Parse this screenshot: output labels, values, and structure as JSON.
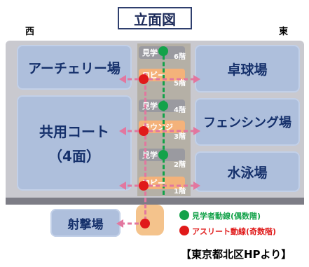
{
  "title": "立面図",
  "directions": {
    "west": "西",
    "east": "東"
  },
  "rooms": {
    "archery": "アーチェリー場",
    "table_tennis": "卓球場",
    "common_court_line1": "共用コート",
    "common_court_line2": "（4面）",
    "fencing": "フェンシング場",
    "swimming": "水泳場",
    "shooting": "射撃場"
  },
  "floors": [
    {
      "label": "見学",
      "floor": "6階",
      "kind": "gray"
    },
    {
      "label": "ロビー",
      "floor": "5階",
      "kind": "orange"
    },
    {
      "label": "見学",
      "floor": "4階",
      "kind": "gray"
    },
    {
      "label": "ラウンジ",
      "floor": "3階",
      "kind": "orange"
    },
    {
      "label": "見学",
      "floor": "2階",
      "kind": "gray"
    },
    {
      "label": "ロビー",
      "floor": "1階",
      "kind": "orange"
    }
  ],
  "legend": {
    "spectator": "見学者動線(偶数階)",
    "athlete": "アスリート動線(奇数階)"
  },
  "colors": {
    "spectator": "#13a24a",
    "athlete": "#e01a1a",
    "arrow": "#e2779f",
    "room": "#aebfdc"
  },
  "source": "【東京都北区HPより】"
}
